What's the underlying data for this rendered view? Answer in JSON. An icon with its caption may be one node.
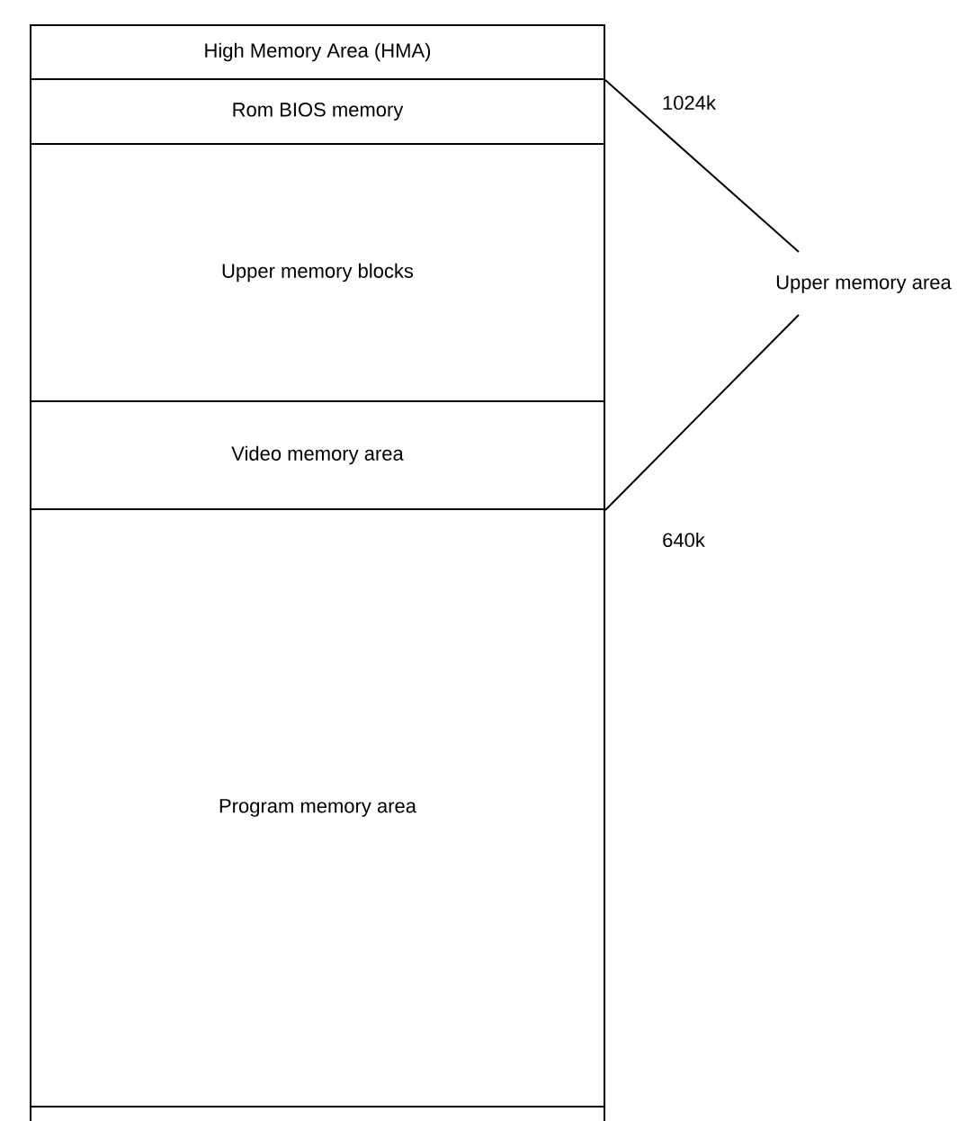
{
  "diagram": {
    "nodes": [
      {
        "text": [
          "High Memory Area (HMA)"
        ]
      },
      {
        "text": [
          "Rom BIOS memory"
        ]
      },
      {
        "text": [
          "Upper memory blocks"
        ]
      },
      {
        "text": [
          "Video memory area"
        ]
      },
      {
        "text": [
          "Program memory area"
        ]
      },
      {
        "text": [
          "Upper memory area"
        ]
      }
    ],
    "edges": [
      {
        "from": 5,
        "to": 0,
        "arrow": "none"
      },
      {
        "from": 5,
        "to": 3,
        "arrow": "none"
      }
    ],
    "labels": [
      "1024k",
      "640k"
    ]
  }
}
